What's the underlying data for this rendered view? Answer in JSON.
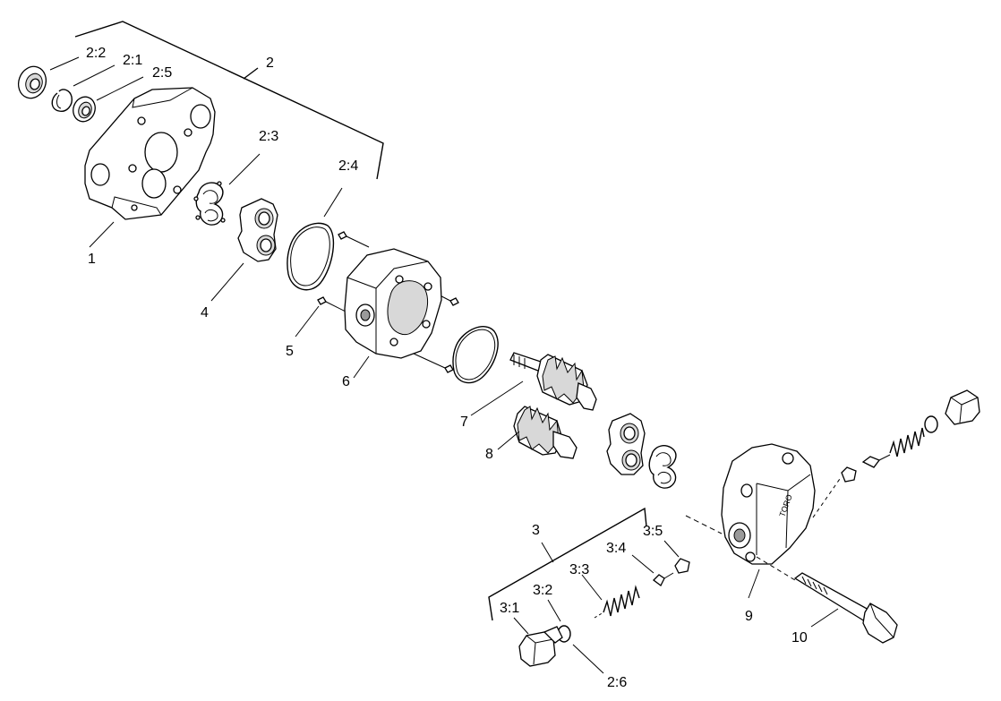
{
  "diagram": {
    "callouts": {
      "c2_2": "2:2",
      "c2_1": "2:1",
      "c2_5": "2:5",
      "c2": "2",
      "c2_3": "2:3",
      "c2_4": "2:4",
      "c1": "1",
      "c4": "4",
      "c5": "5",
      "c6": "6",
      "c7": "7",
      "c8": "8",
      "c3": "3",
      "c3_5": "3:5",
      "c3_4": "3:4",
      "c3_3": "3:3",
      "c3_2": "3:2",
      "c3_1": "3:1",
      "c2_6": "2:6",
      "c9": "9",
      "c10": "10"
    },
    "stamp_text": "TORO"
  }
}
